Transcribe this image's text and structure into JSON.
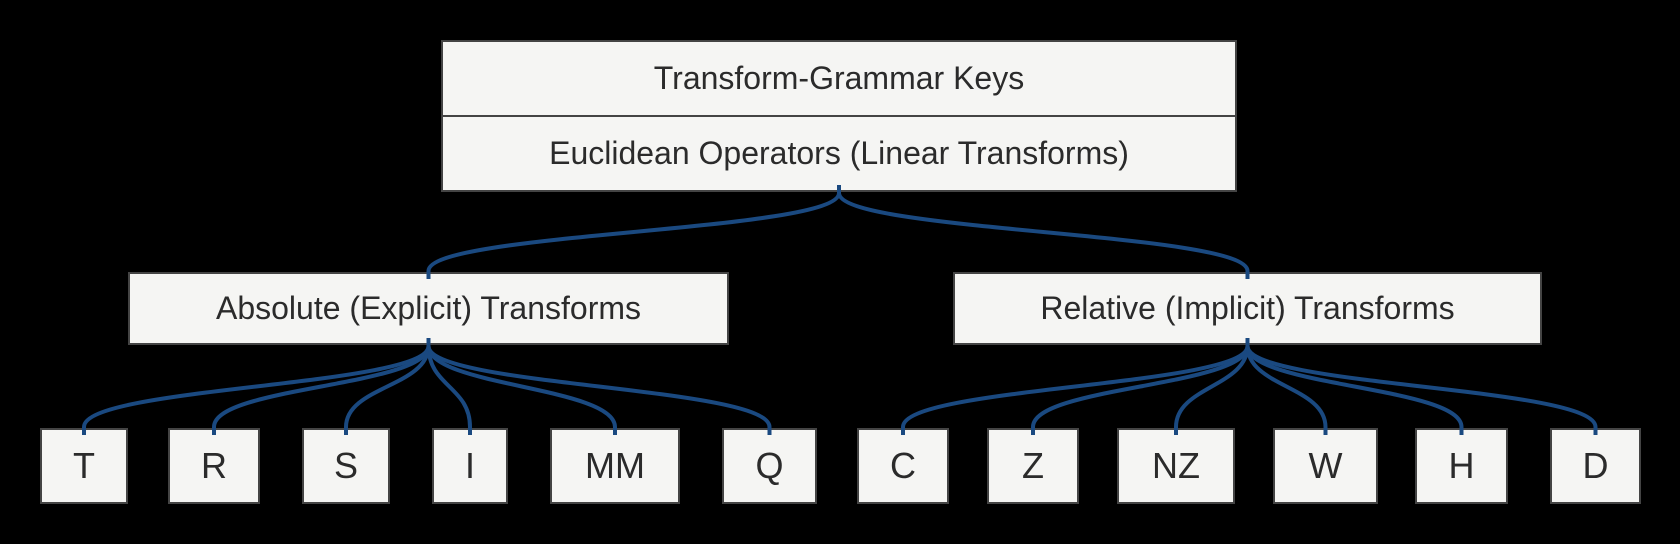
{
  "diagram": {
    "background": "#000000",
    "node_fill": "#F5F5F3",
    "node_border": "#444444",
    "node_text_color": "#2B2B2B",
    "connector_color": "#1A4980",
    "root": {
      "title": "Transform-Grammar Keys",
      "subtitle": "Euclidean Operators (Linear Transforms)"
    },
    "groups": [
      {
        "label": "Absolute (Explicit) Transforms",
        "children": [
          "T",
          "R",
          "S",
          "I",
          "MM",
          "Q"
        ]
      },
      {
        "label": "Relative (Implicit) Transforms",
        "children": [
          "C",
          "Z",
          "NZ",
          "W",
          "H",
          "D"
        ]
      }
    ]
  }
}
